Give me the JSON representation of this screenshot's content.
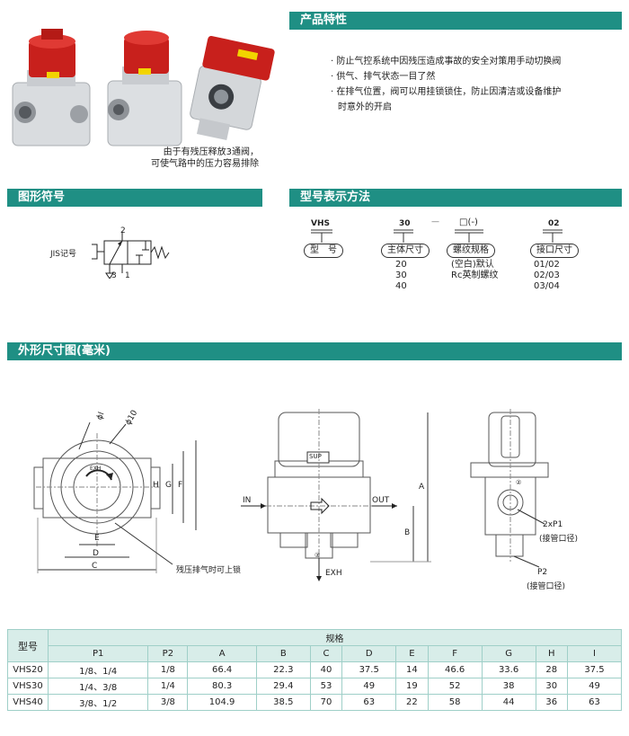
{
  "photo_caption": [
    "由于有残压释放3通阀，",
    "可使气路中的压力容易排除"
  ],
  "features": {
    "title": "产品特性",
    "bullets": [
      "· 防止气控系统中因残压造成事故的安全对策用手动切换阀",
      "· 供气、排气状态一目了然",
      "· 在排气位置，阀可以用挂锁锁住，防止因清洁或设备维护",
      "时意外的开启"
    ]
  },
  "symbol": {
    "title": "图形符号",
    "jis_label": "JIS记号",
    "port_2": "2",
    "port_3": "3",
    "port_1": "1"
  },
  "model_code": {
    "title": "型号表示方法",
    "prefix": "VHS",
    "size_code": "30",
    "dash": "—",
    "thread_code": "□(-)",
    "port_code": "02",
    "labels": {
      "model": "型　号",
      "body_size": "主体尺寸",
      "thread": "螺纹规格",
      "port": "接口尺寸"
    },
    "body_sizes": [
      "20",
      "30",
      "40"
    ],
    "threads": [
      "(空白)默认",
      "Rc英制螺纹"
    ],
    "port_sizes": [
      "01/02",
      "02/03",
      "03/04"
    ]
  },
  "dimensions": {
    "title": "外形尺寸图(毫米)",
    "lock_note": "残压排气时可上锁",
    "in_label": "IN",
    "out_label": "OUT",
    "exh_label": "EXH",
    "sup_label": "SUP",
    "exh_small": "EXH",
    "phi_i": "ϕI",
    "phi_10": "ϕ10",
    "dims": {
      "a": "A",
      "b": "B",
      "c": "C",
      "d": "D",
      "e": "E",
      "f": "F",
      "g": "G",
      "h": "H"
    },
    "p1_label": "2xP1",
    "p1_note": "(接管口径)",
    "p2_label": "P2",
    "p2_note": "(接管口径)",
    "port_mark_2": "②",
    "port_mark_3": "③"
  },
  "table": {
    "model_header": "型号",
    "spec_header": "规格",
    "columns": [
      "P1",
      "P2",
      "A",
      "B",
      "C",
      "D",
      "E",
      "F",
      "G",
      "H",
      "I"
    ],
    "rows": [
      {
        "model": "VHS20",
        "cells": [
          "1/8、1/4",
          "1/8",
          "66.4",
          "22.3",
          "40",
          "37.5",
          "14",
          "46.6",
          "33.6",
          "28",
          "37.5"
        ]
      },
      {
        "model": "VHS30",
        "cells": [
          "1/4、3/8",
          "1/4",
          "80.3",
          "29.4",
          "53",
          "49",
          "19",
          "52",
          "38",
          "30",
          "49"
        ]
      },
      {
        "model": "VHS40",
        "cells": [
          "3/8、1/2",
          "3/8",
          "104.9",
          "38.5",
          "70",
          "63",
          "22",
          "58",
          "44",
          "36",
          "63"
        ]
      }
    ]
  },
  "colors": {
    "section": "#1f8f84",
    "red": "#c8201c"
  }
}
